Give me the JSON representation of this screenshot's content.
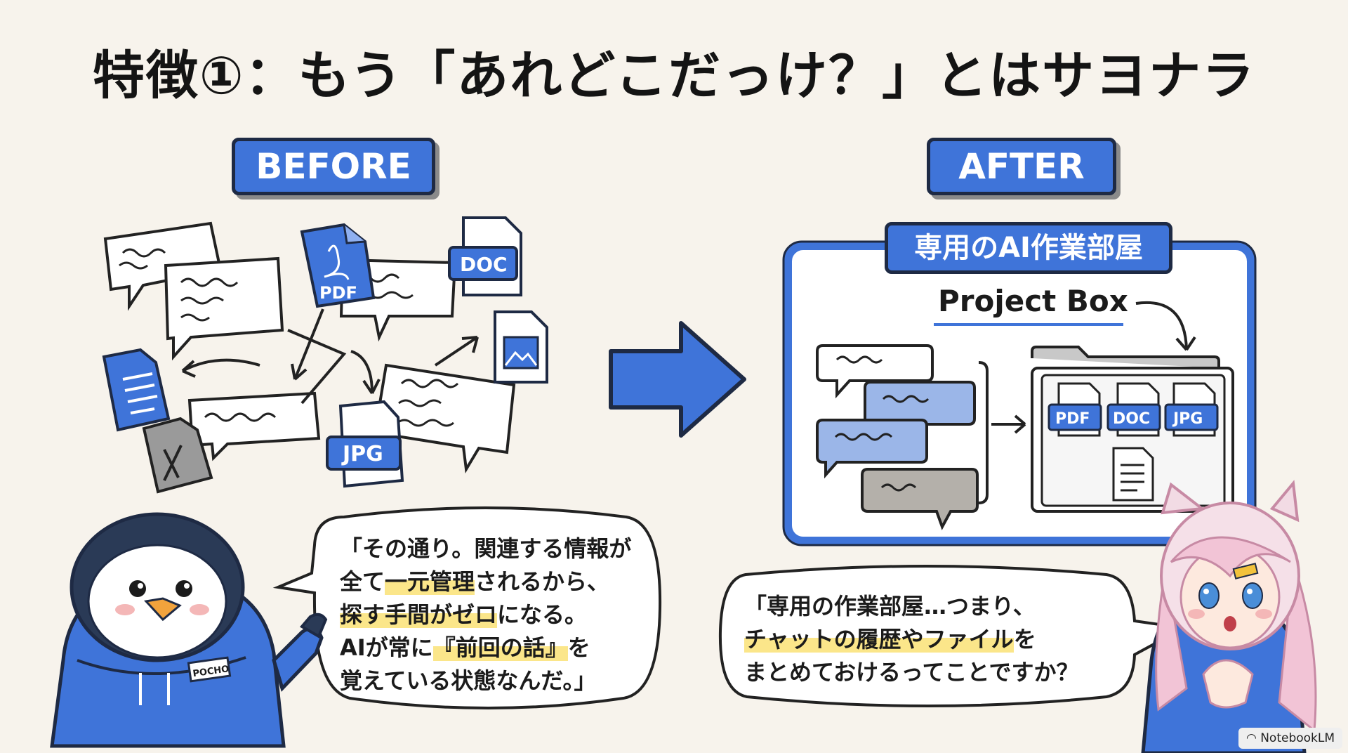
{
  "title": "特徴①：もう「あれどこだっけ？」とはサヨナラ",
  "before": {
    "label": "BEFORE",
    "file_badges": [
      "PDF",
      "DOC",
      "JPG"
    ]
  },
  "after": {
    "label": "AFTER",
    "room_label": "専用のAI作業部屋",
    "project_box": "Project Box",
    "folder_badges": [
      "PDF",
      "DOC",
      "JPG"
    ]
  },
  "speech_left": {
    "lines": [
      {
        "pre": "「その通り。関連する情報が",
        "hl": "",
        "post": ""
      },
      {
        "pre": "全て",
        "hl": "一元管理",
        "post": "されるから、"
      },
      {
        "pre": "",
        "hl": "探す手間がゼロ",
        "post": "になる。"
      },
      {
        "pre": "AIが常に",
        "hl": "『前回の話』",
        "post": "を"
      },
      {
        "pre": "覚えている状態なんだ。」",
        "hl": "",
        "post": ""
      }
    ]
  },
  "speech_right": {
    "lines": [
      {
        "pre": "「専用の作業部屋…つまり、",
        "hl": "",
        "post": ""
      },
      {
        "pre": "",
        "hl": "チャットの履歴やファイル",
        "post": "を"
      },
      {
        "pre": "まとめておけるってことですか？",
        "hl": "",
        "post": ""
      }
    ]
  },
  "penguin_name_tag": "POCHO",
  "watermark": "NotebookLM",
  "colors": {
    "accent_blue": "#3f74d9",
    "highlight": "#fbe68a",
    "outline": "#1e2a44",
    "background": "#f7f3ec"
  }
}
